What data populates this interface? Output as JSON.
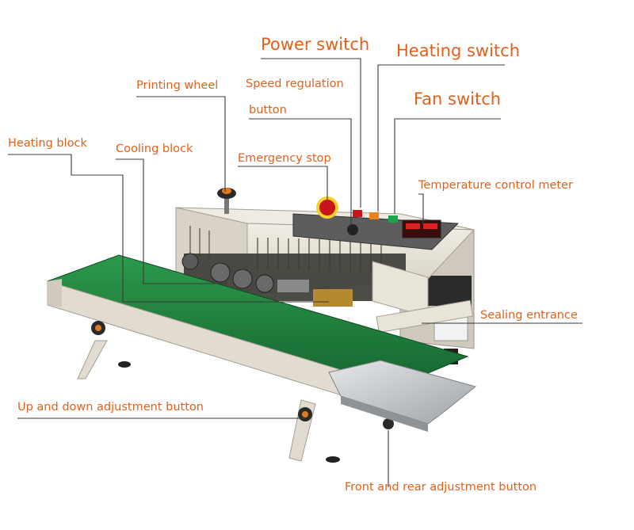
{
  "labels": {
    "power_switch": "Power switch",
    "heating_switch": "Heating switch",
    "fan_switch": "Fan switch",
    "printing_wheel": "Printing wheel",
    "speed_regulation_line1": "Speed regulation",
    "speed_regulation_line2": "button",
    "heating_block": "Heating block",
    "cooling_block": "Cooling block",
    "emergency_stop": "Emergency stop",
    "temperature_control_meter": "Temperature control meter",
    "sealing_entrance": "Sealing entrance",
    "up_down_adjustment_button": "Up and down adjustment button",
    "front_rear_adjustment_button": "Front and rear adjustment button"
  },
  "colors": {
    "label": "#e0611c",
    "leader_line": "#3a3a3a",
    "machine_body": "#e7e2d6",
    "belt": "#1e7a3c",
    "panel": "#6b6b6b",
    "display": "#b3151b"
  }
}
